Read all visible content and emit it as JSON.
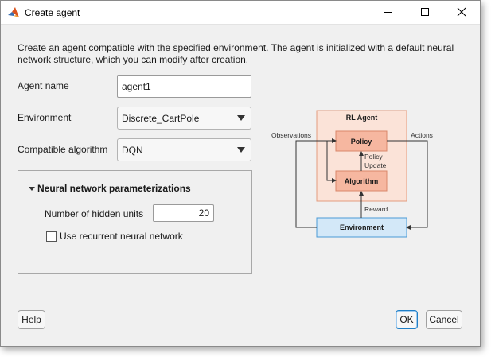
{
  "window": {
    "title": "Create agent"
  },
  "description": "Create an agent compatible with the specified environment. The agent is initialized with a default neural network structure, which you can modify after creation.",
  "form": {
    "agent_name_label": "Agent name",
    "agent_name_value": "agent1",
    "environment_label": "Environment",
    "environment_value": "Discrete_CartPole",
    "algorithm_label": "Compatible algorithm",
    "algorithm_value": "DQN"
  },
  "panel": {
    "title": "Neural network parameterizations",
    "hidden_units_label": "Number of hidden units",
    "hidden_units_value": "20",
    "recurrent_label": "Use recurrent neural network",
    "recurrent_checked": false
  },
  "diagram": {
    "agent_box": "RL Agent",
    "policy": "Policy",
    "algorithm": "Algorithm",
    "environment": "Environment",
    "observations": "Observations",
    "actions": "Actions",
    "policy_update_1": "Policy",
    "policy_update_2": "Update",
    "reward": "Reward",
    "colors": {
      "agent_fill": "#fbe3d8",
      "agent_stroke": "#e39b7e",
      "block_fill": "#f6b7a0",
      "block_stroke": "#d9876a",
      "env_fill": "#d3e8f8",
      "env_stroke": "#4a9ad6"
    }
  },
  "buttons": {
    "help": "Help",
    "ok": "OK",
    "cancel": "Cancel"
  }
}
